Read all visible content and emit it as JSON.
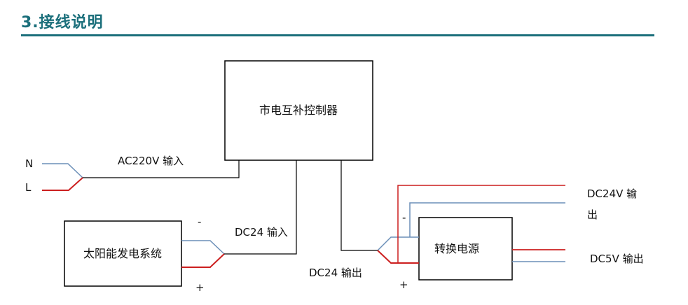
{
  "header": {
    "title": "3.接线说明",
    "accent_color": "#1b6f7b"
  },
  "diagram": {
    "boxes": {
      "controller": "市电互补控制器",
      "solar": "太阳能发电系统",
      "converter": "转换电源"
    },
    "labels": {
      "n": "N",
      "l": "L",
      "ac_input": "AC220V 输入",
      "dc24_input": "DC24 输入",
      "dc24_output": "DC24 输出",
      "dc24v_output_line1": "DC24V  输",
      "dc24v_output_line2": "出",
      "dc5v_output": "DC5V 输出",
      "solar_minus": "-",
      "solar_plus": "+",
      "converter_minus": "-",
      "converter_plus": "+"
    },
    "colors": {
      "wire_black": "#000000",
      "wire_red": "#cc1f1f",
      "wire_blue": "#6b8fb8"
    }
  }
}
